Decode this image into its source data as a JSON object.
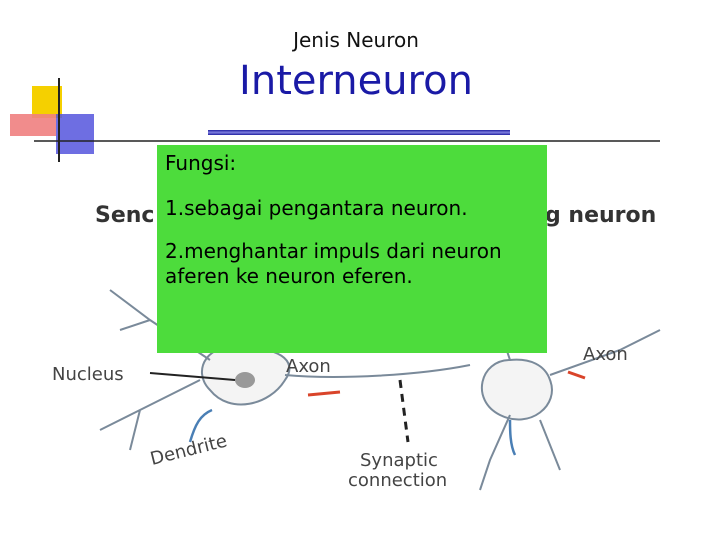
{
  "slide": {
    "subtitle": "Jenis Neuron",
    "title": "Interneuron",
    "colors": {
      "title": "#1a1aa6",
      "box_background": "#4ddc3c",
      "deco_yellow": "#f5d000",
      "deco_red": "#f08080",
      "deco_blue": "#5555dd"
    }
  },
  "info_box": {
    "heading": "Fungsi:",
    "items": [
      "1.sebagai pengantara neuron.",
      "2.menghantar impuls dari neuron aferen ke neuron eferen."
    ]
  },
  "diagram": {
    "left_header": "Senc",
    "right_header": "g neuron",
    "labels": {
      "nucleus": "Nucleus",
      "axon_left": "Axon",
      "axon_right": "Axon",
      "dendrite": "Dendrite",
      "synaptic_line1": "Synaptic",
      "synaptic_line2": "connection"
    }
  }
}
